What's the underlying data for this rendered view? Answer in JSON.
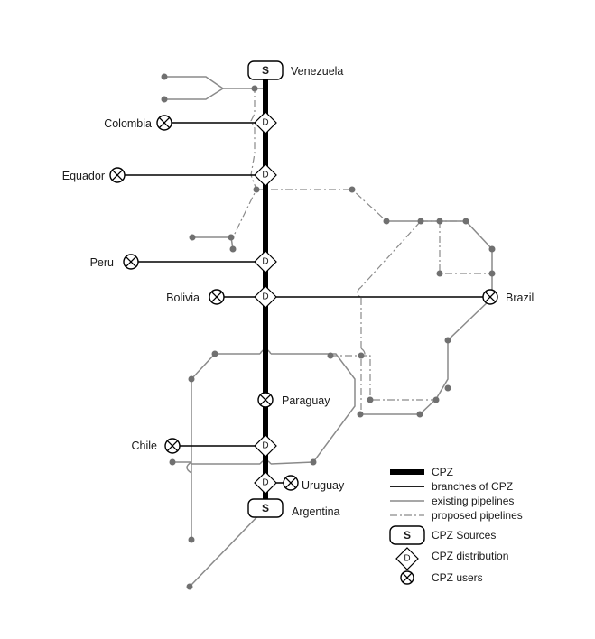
{
  "countries": {
    "venezuela": "Venezuela",
    "colombia": "Colombia",
    "equador": "Equador",
    "peru": "Peru",
    "bolivia": "Bolivia",
    "brazil": "Brazil",
    "paraguay": "Paraguay",
    "chile": "Chile",
    "uruguay": "Uruguay",
    "argentina": "Argentina"
  },
  "symbols": {
    "source": "S",
    "distribution": "D"
  },
  "legend": {
    "cpz": "CPZ",
    "branches": "branches of CPZ",
    "existing": "existing pipelines",
    "proposed": "proposed pipelines",
    "sources": "CPZ Sources",
    "distribution": "CPZ distribution",
    "users": "CPZ users"
  },
  "colors": {
    "cpz": "#000000",
    "pipeline": "#8a8a8a",
    "node": "#707070"
  }
}
